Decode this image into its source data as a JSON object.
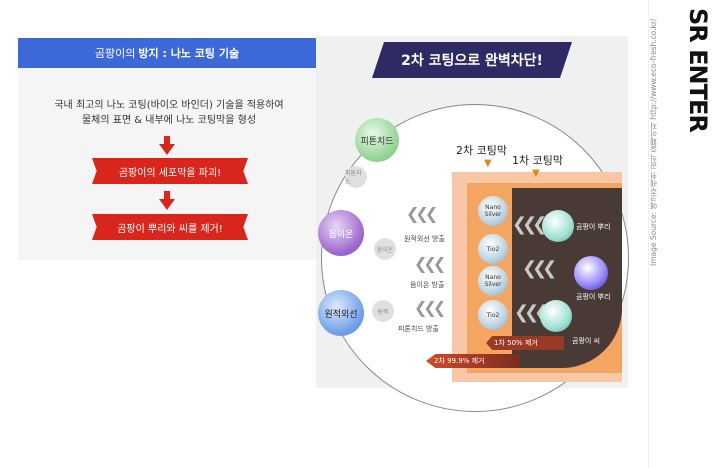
{
  "left": {
    "title_pre": "곰팡이의",
    "title_bold": "방지 : 나노 코팅 기술",
    "desc_line1": "국내 최고의 나노 코팅(바이오 바인더) 기술을 적용하여",
    "desc_line2": "물체의 표면 & 내부에 나노 코팅막을 형성",
    "step1": "곰팡이의 세포막을 파괴!",
    "step2": "곰팡이 뿌리와 씨를 제거!"
  },
  "right": {
    "banner": "2차 코팅으로 완벽차단!",
    "label_coat2": "2차 코팅막",
    "label_coat1": "1차 코팅막",
    "spheres": [
      "피톤치드",
      "음이온",
      "원적외선"
    ],
    "small_bubbles": [
      "피톤치드",
      "음이온",
      "원적"
    ],
    "emission_labels": [
      "원적외선 방출",
      "음이온 방출",
      "피톤치드 방출"
    ],
    "particles": [
      "Nano Silver",
      "Tio2",
      "Nano Silver",
      "Tio2"
    ],
    "fungus_labels": [
      "곰팡이 뿌리",
      "곰팡이 뿌리",
      "곰팡이 씨"
    ],
    "bar1": "1차 50% 제거",
    "bar2": "2차 99.9% 제거"
  },
  "side": {
    "source_text": "Image Source: 에코후레쉬 공식 홈페이지 http://www.eco-fresh.co.kr/",
    "logo": "SR ENTER"
  }
}
